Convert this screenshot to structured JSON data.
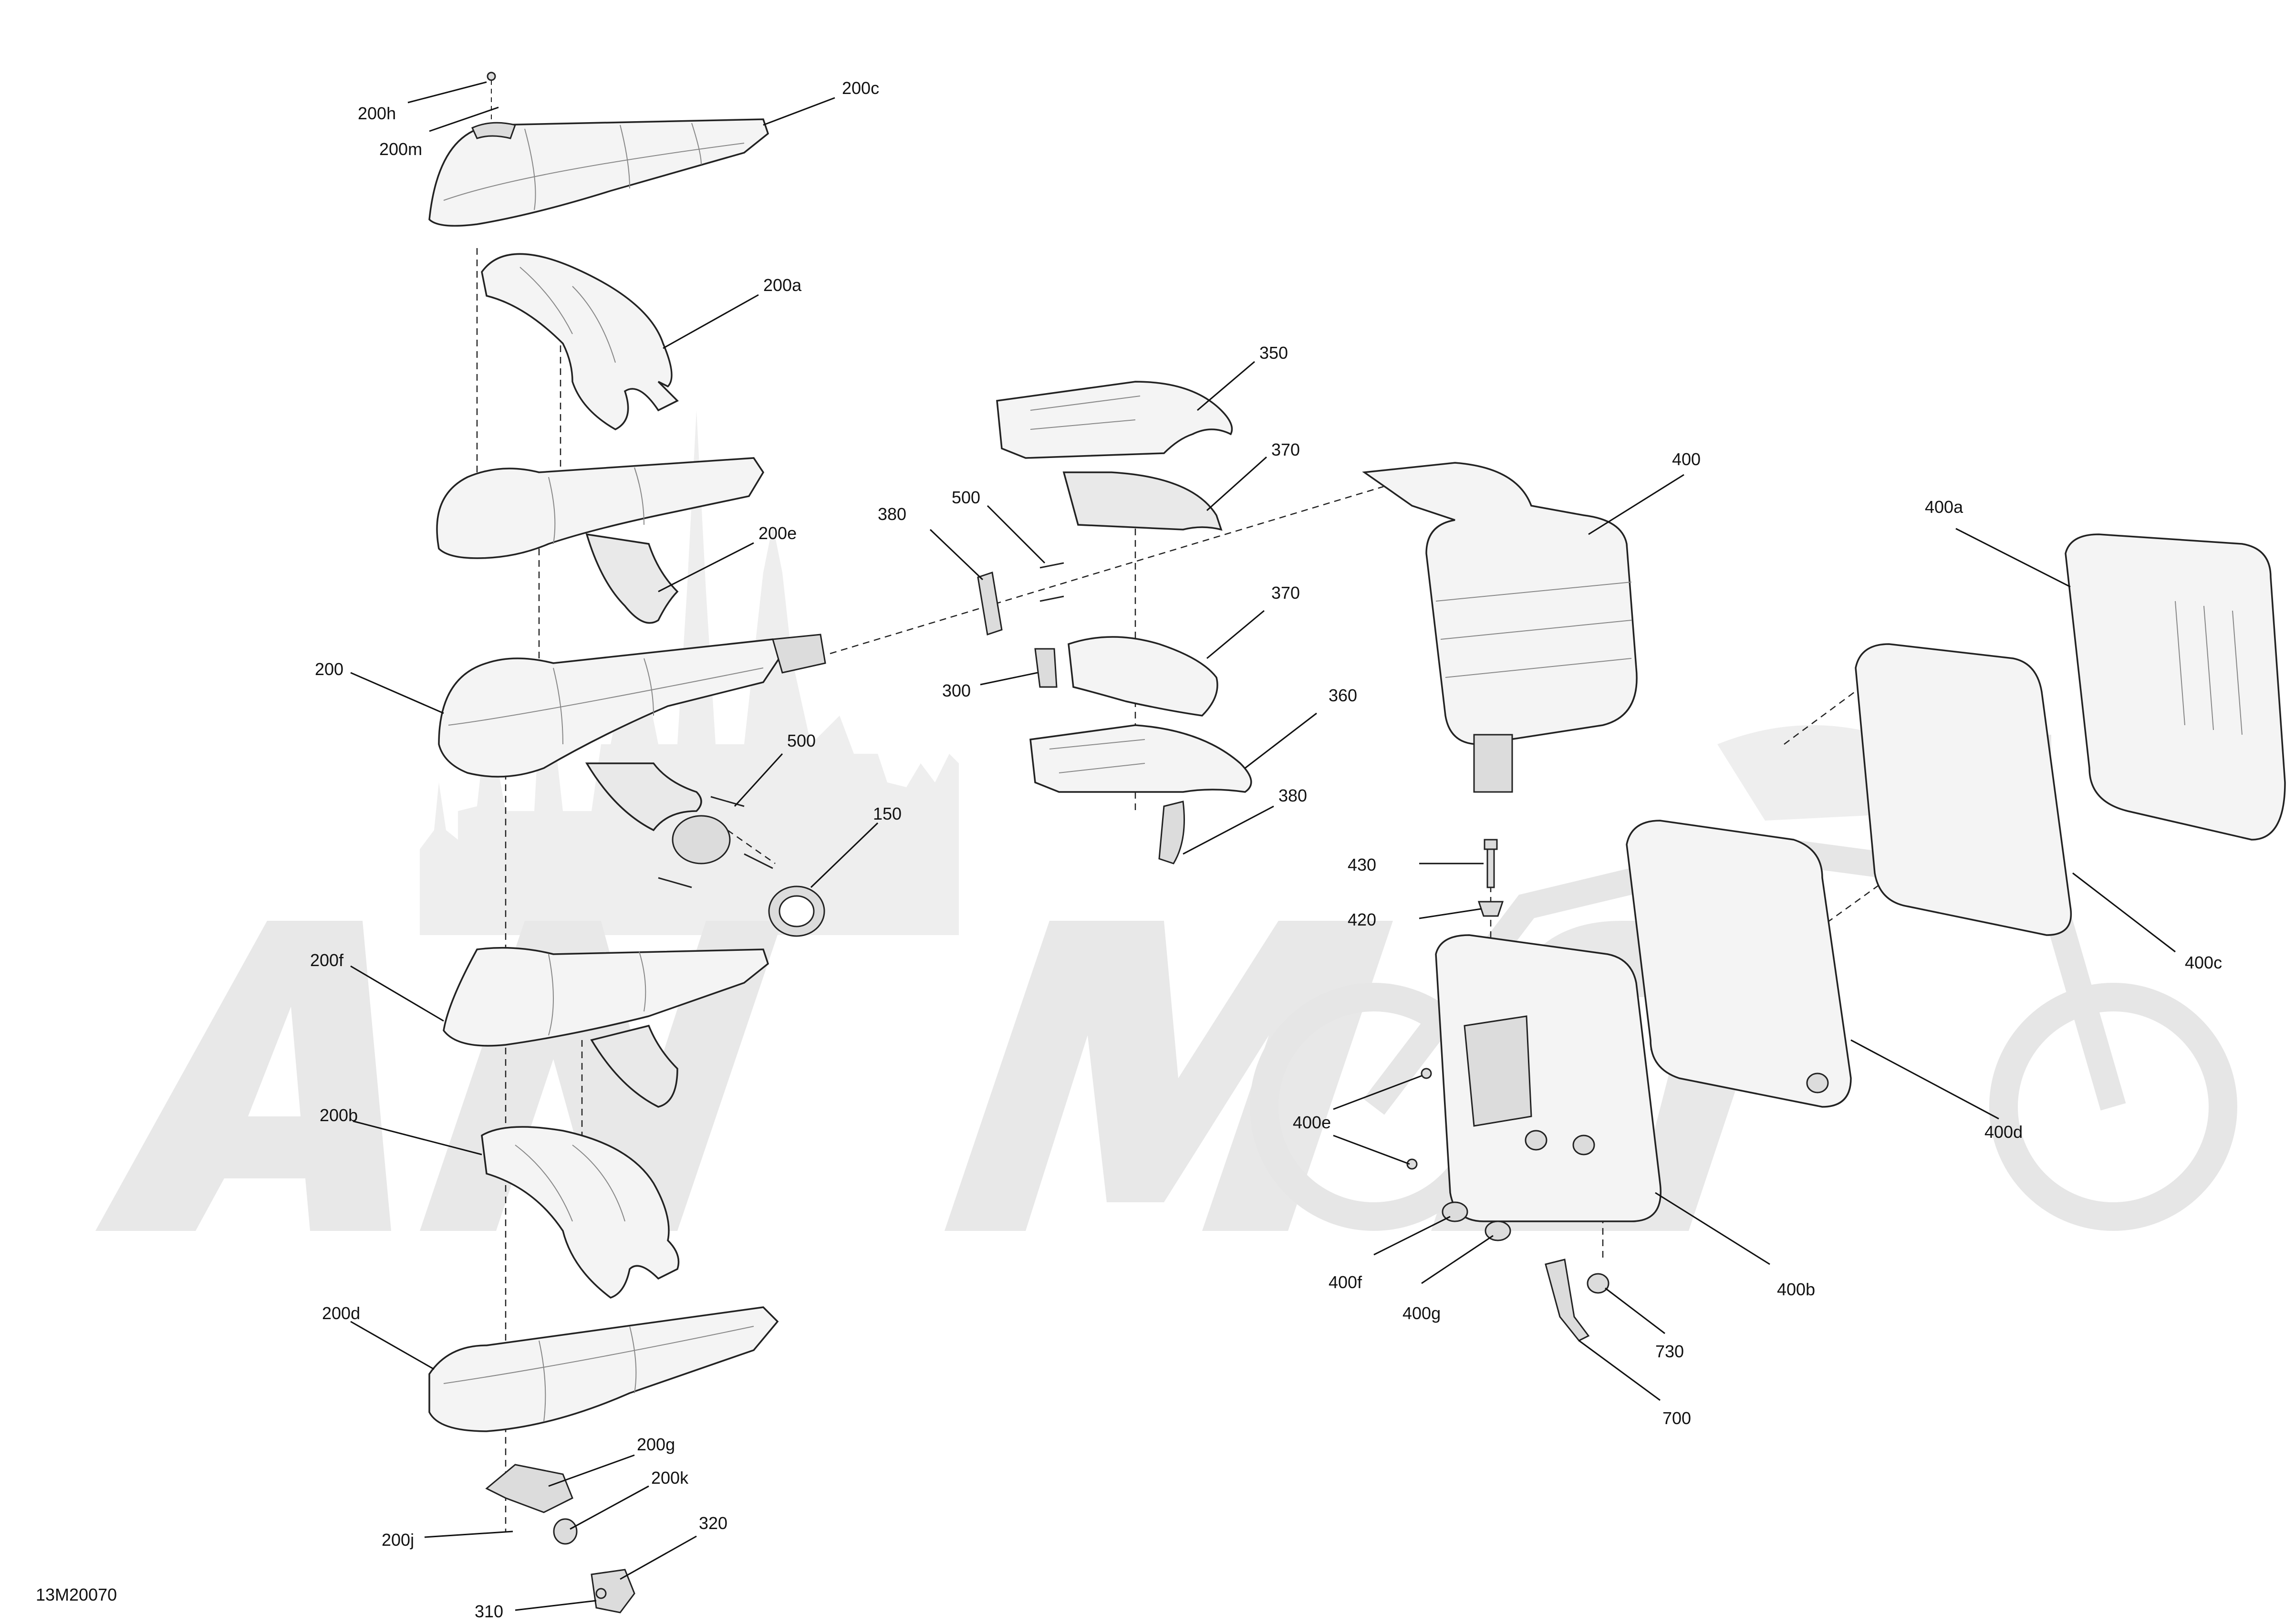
{
  "drawing_number": "13M20070",
  "watermark_text": "",
  "callouts": [
    {
      "id": "c-200h",
      "label": "200h"
    },
    {
      "id": "c-200m",
      "label": "200m"
    },
    {
      "id": "c-200c",
      "label": "200c"
    },
    {
      "id": "c-200a",
      "label": "200a"
    },
    {
      "id": "c-200e",
      "label": "200e"
    },
    {
      "id": "c-200",
      "label": "200"
    },
    {
      "id": "c-500a",
      "label": "500"
    },
    {
      "id": "c-150",
      "label": "150"
    },
    {
      "id": "c-200f",
      "label": "200f"
    },
    {
      "id": "c-200b",
      "label": "200b"
    },
    {
      "id": "c-200d",
      "label": "200d"
    },
    {
      "id": "c-200g",
      "label": "200g"
    },
    {
      "id": "c-200k",
      "label": "200k"
    },
    {
      "id": "c-200j",
      "label": "200j"
    },
    {
      "id": "c-320",
      "label": "320"
    },
    {
      "id": "c-310",
      "label": "310"
    },
    {
      "id": "c-350",
      "label": "350"
    },
    {
      "id": "c-370a",
      "label": "370"
    },
    {
      "id": "c-380a",
      "label": "380"
    },
    {
      "id": "c-500b",
      "label": "500"
    },
    {
      "id": "c-370b",
      "label": "370"
    },
    {
      "id": "c-300",
      "label": "300"
    },
    {
      "id": "c-360",
      "label": "360"
    },
    {
      "id": "c-380b",
      "label": "380"
    },
    {
      "id": "c-400",
      "label": "400"
    },
    {
      "id": "c-400a",
      "label": "400a"
    },
    {
      "id": "c-430",
      "label": "430"
    },
    {
      "id": "c-420",
      "label": "420"
    },
    {
      "id": "c-400c",
      "label": "400c"
    },
    {
      "id": "c-400d",
      "label": "400d"
    },
    {
      "id": "c-400e",
      "label": "400e"
    },
    {
      "id": "c-400b",
      "label": "400b"
    },
    {
      "id": "c-400f",
      "label": "400f"
    },
    {
      "id": "c-400g",
      "label": "400g"
    },
    {
      "id": "c-730",
      "label": "730"
    },
    {
      "id": "c-700",
      "label": "700"
    }
  ]
}
